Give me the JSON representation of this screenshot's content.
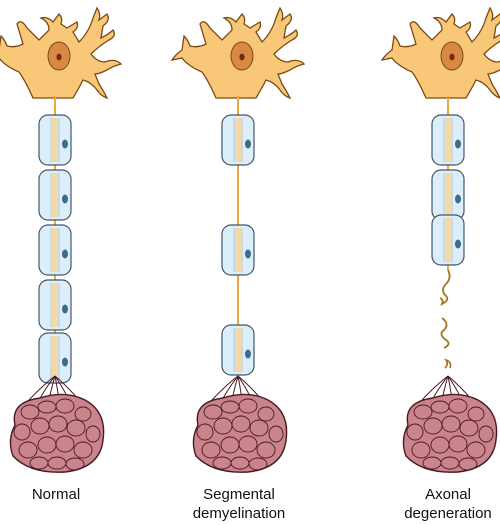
{
  "panels": [
    {
      "id": "normal",
      "caption": "Normal",
      "myelin": "intact"
    },
    {
      "id": "segmental",
      "caption": "Segmental\ndemyelination",
      "myelin": "segmental"
    },
    {
      "id": "axonal",
      "caption": "Axonal\ndegeneration",
      "myelin": "degenerated"
    }
  ],
  "colors": {
    "cell_body": "#f8c878",
    "cell_outline": "#7a4a12",
    "nucleus": "#d88a45",
    "nucleolus": "#6b2d12",
    "myelin_fill": "#dceefa",
    "myelin_outline": "#42566a",
    "axon": "#e7a93e",
    "muscle_fill": "#c9848d",
    "muscle_outline": "#4a1a22"
  }
}
